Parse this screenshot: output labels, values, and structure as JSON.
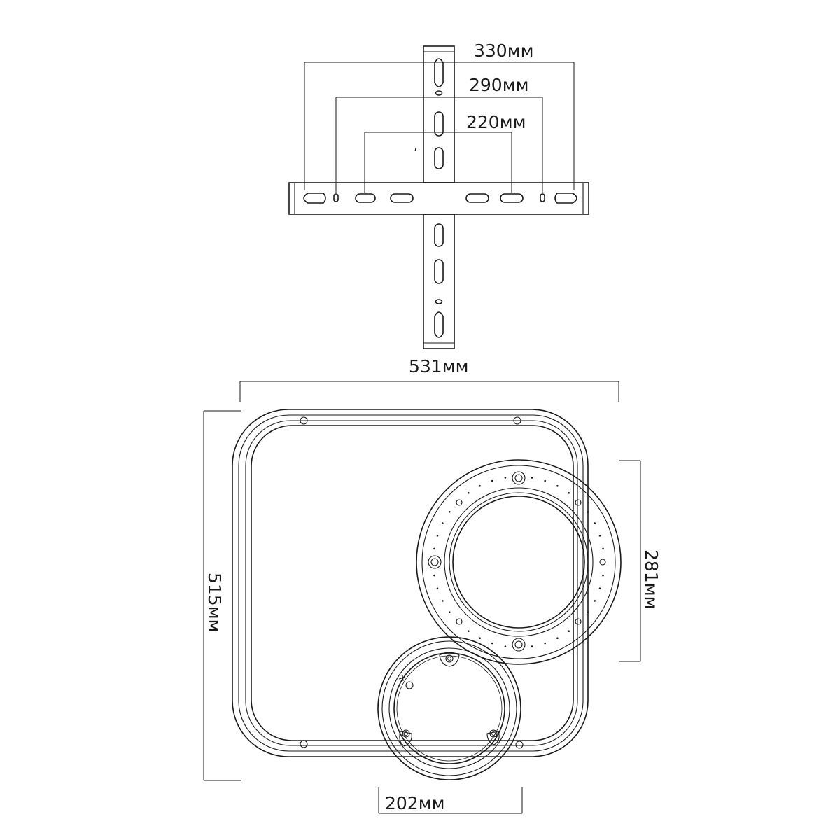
{
  "bracket": {
    "dimensions": [
      {
        "label": "330мм"
      },
      {
        "label": "290мм"
      },
      {
        "label": "220мм"
      }
    ],
    "stray_mark": "ʼ"
  },
  "fixture": {
    "width_label": "531мм",
    "height_label": "515мм",
    "large_ring_label": "281мм",
    "small_ring_label": "202мм"
  }
}
